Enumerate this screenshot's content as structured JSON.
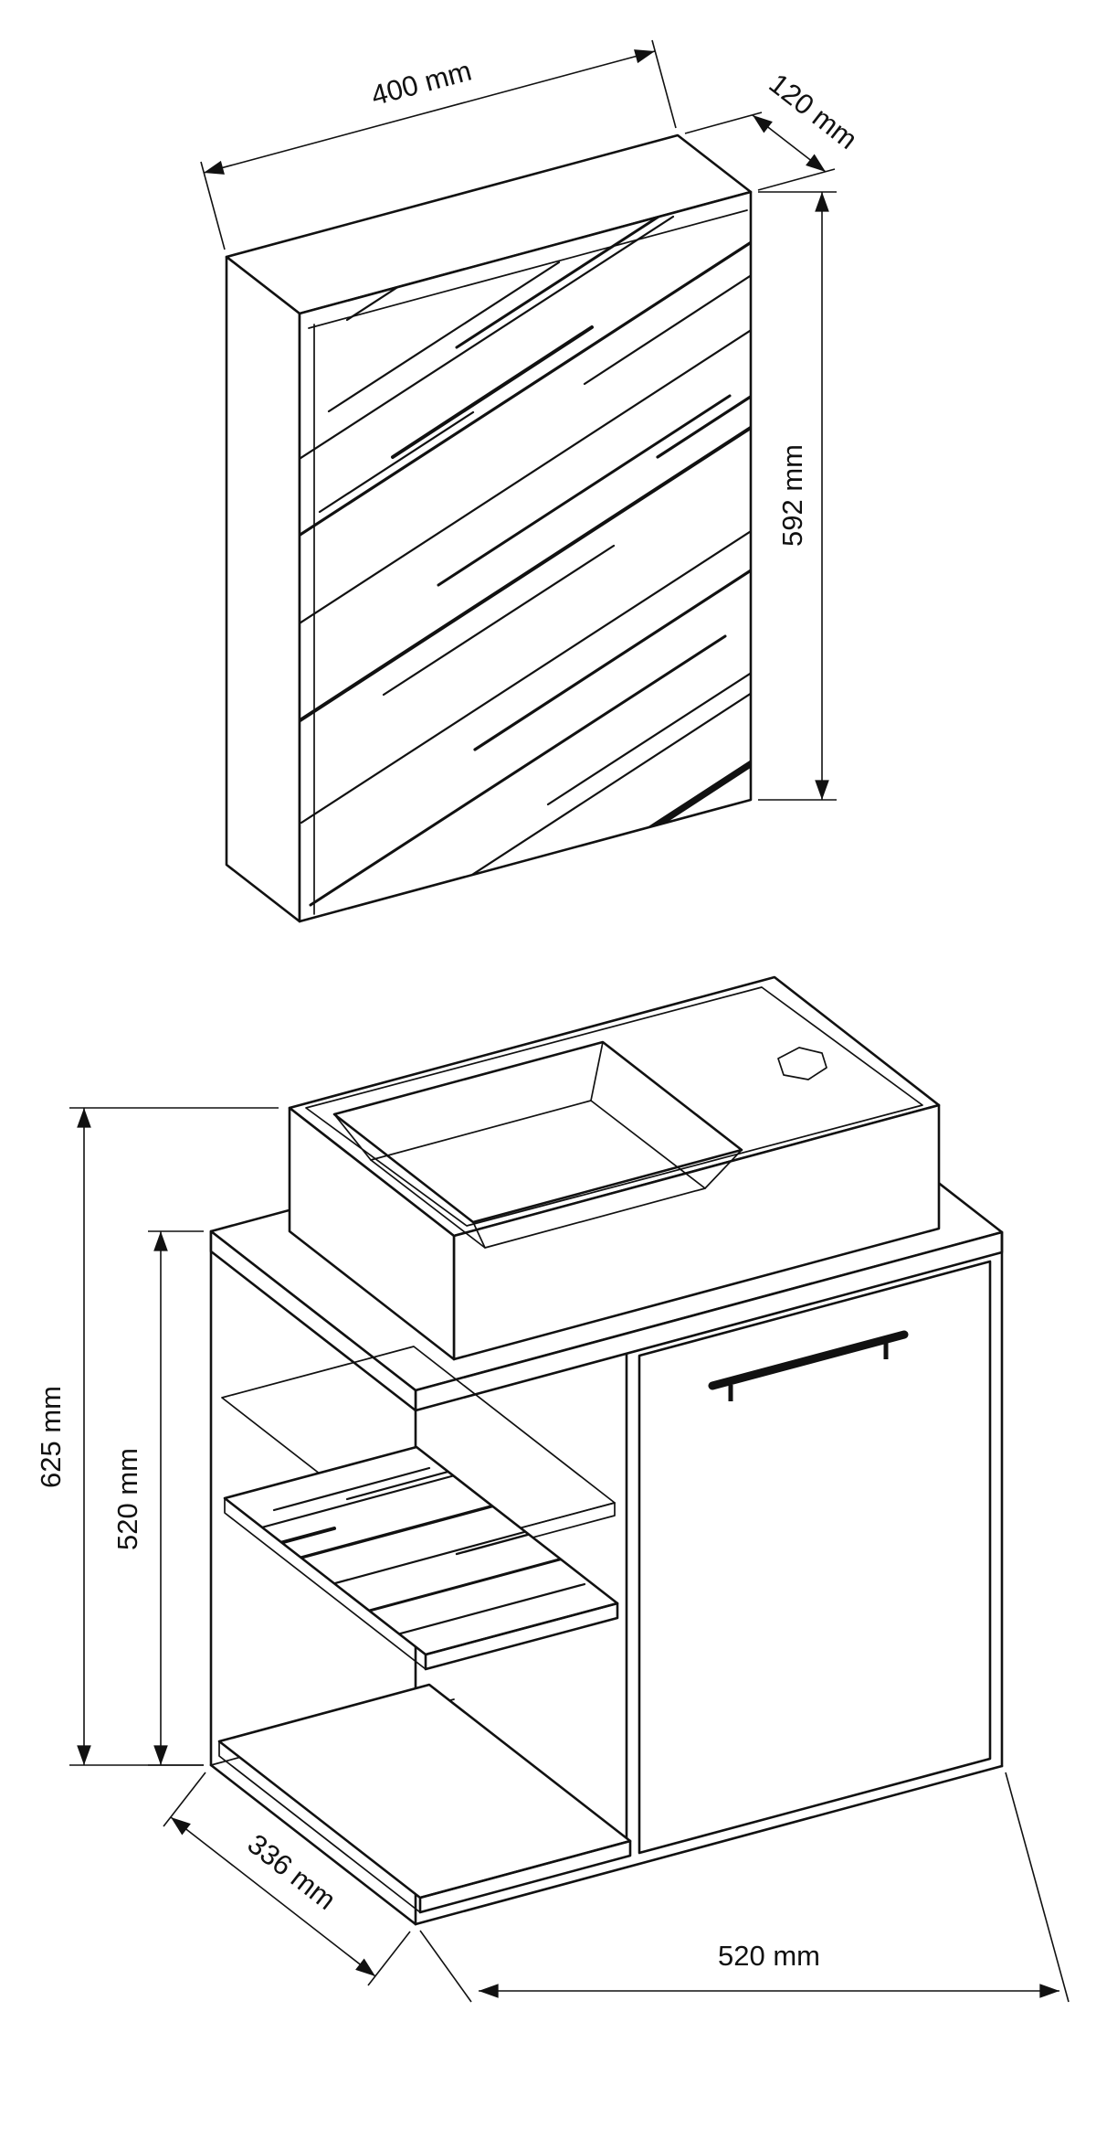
{
  "page": {
    "background": "#ffffff"
  },
  "colors": {
    "line": "#111111",
    "label": "#111111"
  },
  "mirror_cabinet": {
    "width_label": "400 mm",
    "depth_label": "120 mm",
    "height_label": "592 mm"
  },
  "vanity_unit": {
    "total_height_label": "625 mm",
    "carcass_height_label": "520 mm",
    "depth_label": "336 mm",
    "width_label": "520 mm"
  }
}
